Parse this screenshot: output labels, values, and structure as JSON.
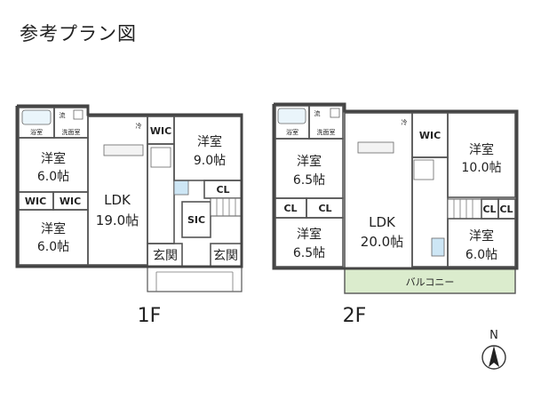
{
  "title": "参考プラン図",
  "floor1": {
    "label": "1F",
    "rooms": {
      "bath": "浴室",
      "wash": "洗面室",
      "toilet": "流",
      "western_top": [
        "洋室",
        "6.0帖"
      ],
      "wic_a": "WIC",
      "wic_b": "WIC",
      "western_bottom": [
        "洋室",
        "6.0帖"
      ],
      "ldk": [
        "LDK",
        "19.0帖"
      ],
      "fridge": "冷",
      "wic_c": "WIC",
      "western_right": [
        "洋室",
        "9.0帖"
      ],
      "cl": "CL",
      "sic": "SIC",
      "entrance_a": "玄関",
      "entrance_b": "玄関"
    }
  },
  "floor2": {
    "label": "2F",
    "rooms": {
      "bath": "浴室",
      "wash": "洗面室",
      "toilet": "流",
      "western_a": [
        "洋室",
        "6.5帖"
      ],
      "cl_a": "CL",
      "cl_b": "CL",
      "western_b": [
        "洋室",
        "6.5帖"
      ],
      "ldk": [
        "LDK",
        "20.0帖"
      ],
      "fridge": "冷",
      "wic": "WIC",
      "western_c": [
        "洋室",
        "10.0帖"
      ],
      "cl_c": "CL",
      "cl_d": "CL",
      "western_d": [
        "洋室",
        "6.0帖"
      ],
      "balcony": "バルコニー"
    }
  },
  "compass": "N",
  "colors": {
    "bedroom": "#fdf3c8",
    "ldk": "#f7cdd9",
    "storage": "#f2b23c",
    "wet": "#cde6f5",
    "hall": "#e4e4e4",
    "balcony": "#dbeccd"
  }
}
